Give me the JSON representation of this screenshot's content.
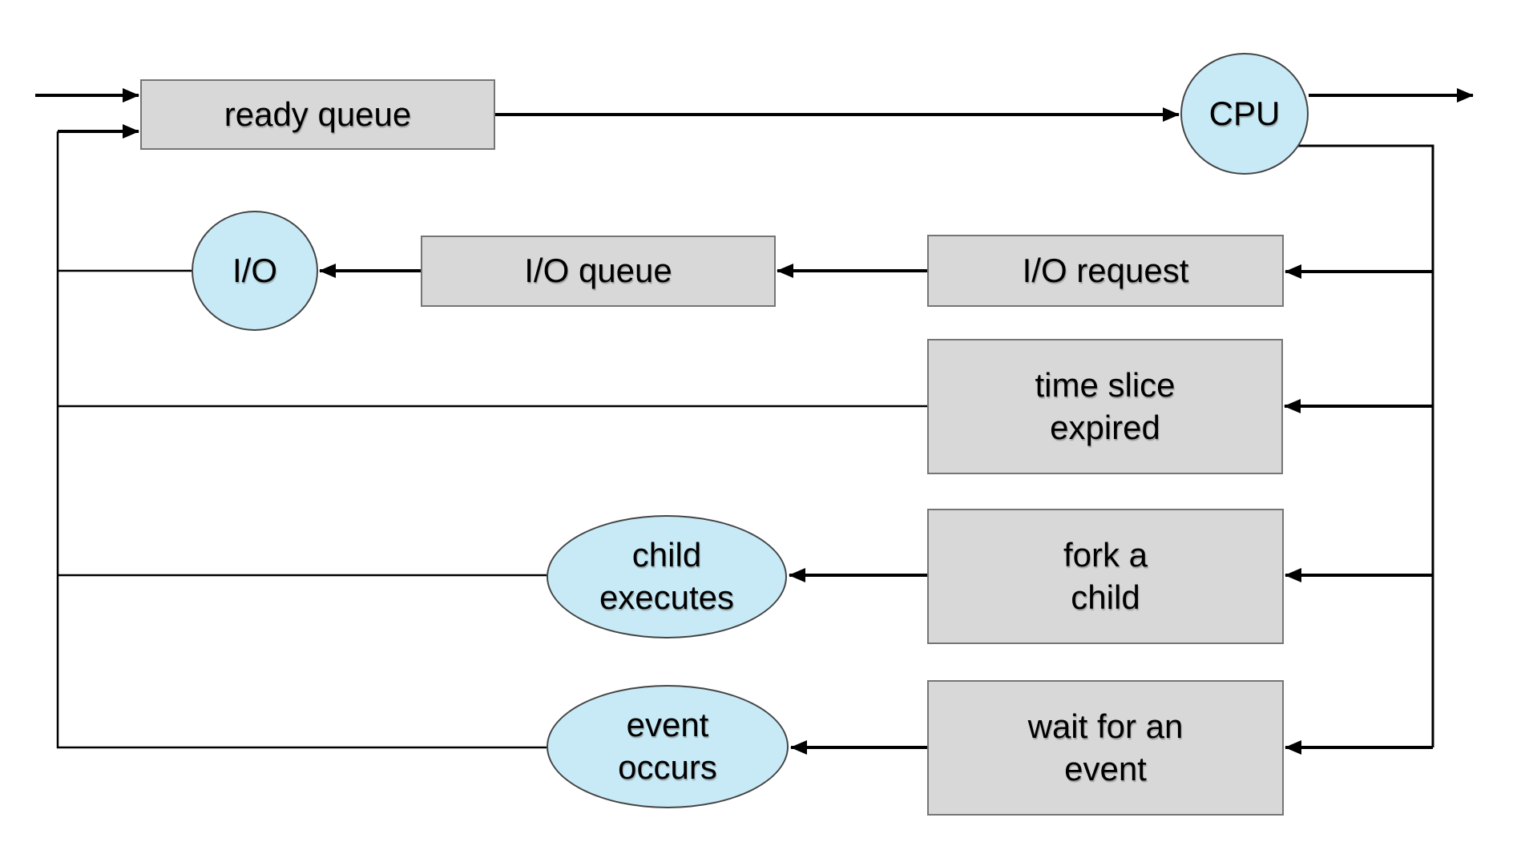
{
  "nodes": {
    "ready_queue": {
      "label": "ready queue"
    },
    "cpu": {
      "label": "CPU"
    },
    "io": {
      "label": "I/O"
    },
    "io_queue": {
      "label": "I/O queue"
    },
    "io_request": {
      "label": "I/O request"
    },
    "time_slice": {
      "label": "time slice\nexpired"
    },
    "fork_child": {
      "label": "fork a\nchild"
    },
    "child_executes": {
      "label": "child\nexecutes"
    },
    "wait_event": {
      "label": "wait for an\nevent"
    },
    "event_occurs": {
      "label": "event\noccurs"
    }
  },
  "colors": {
    "background": "#ffffff",
    "queue_fill": "#d8d8d8",
    "queue_border": "#757575",
    "resource_fill": "#c7eaf6",
    "resource_border": "#454545",
    "line": "#000000",
    "text": "#000000"
  }
}
